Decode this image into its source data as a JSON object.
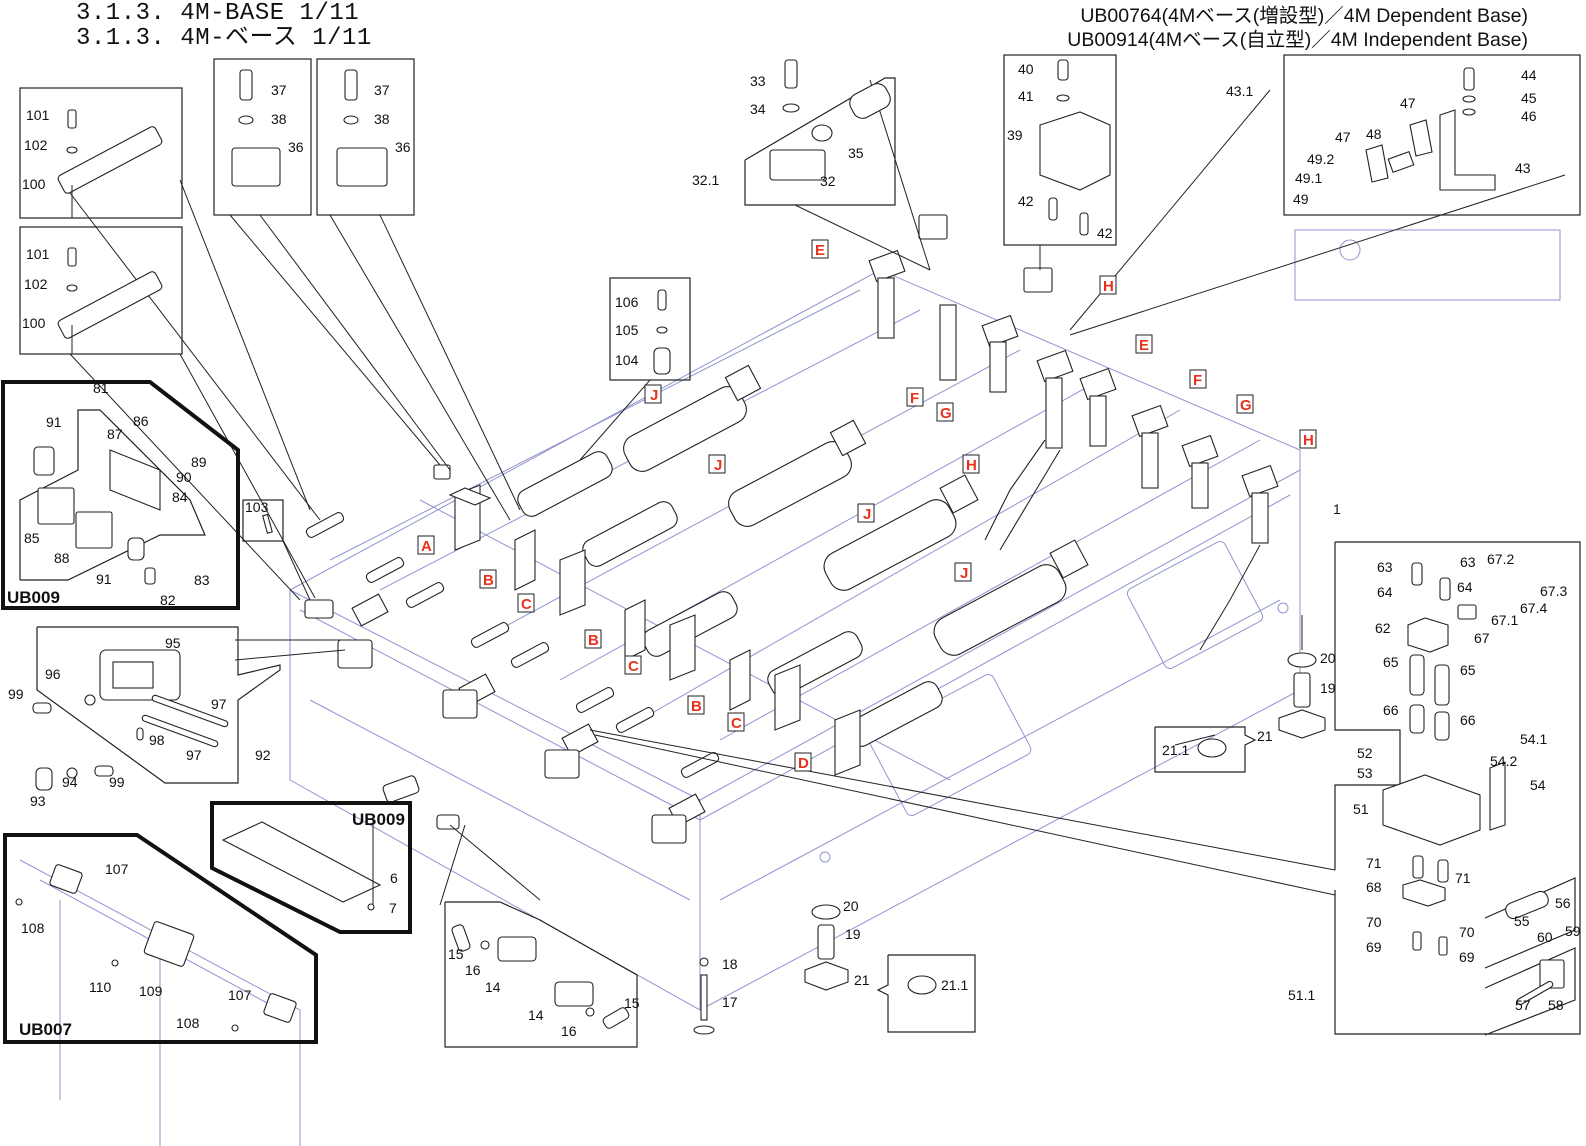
{
  "page": {
    "title_en": "3.1.3. 4M-BASE 1/11",
    "title_jp": "3.1.3. 4M-ベース 1/11",
    "model_dependent": "UB00764(4Mベース(増設型)／4M Dependent Base)",
    "model_independent": "UB00914(4Mベース(自立型)／4M Independent Base)"
  },
  "colors": {
    "line": "#222222",
    "base_outline": "#8f95cf",
    "tag_red": "#e8321e"
  },
  "option_groups": [
    {
      "code": "UB009",
      "position": "left-middle",
      "parts": [
        "81",
        "82",
        "83",
        "84",
        "85",
        "86",
        "87",
        "88",
        "89",
        "90",
        "91"
      ]
    },
    {
      "code": "UB009",
      "position": "center-bottom",
      "parts": [
        "6",
        "7"
      ]
    },
    {
      "code": "UB007",
      "position": "left-bottom",
      "parts": [
        "107",
        "108",
        "109",
        "110"
      ]
    }
  ],
  "section_tags": [
    "A",
    "B",
    "C",
    "D",
    "E",
    "F",
    "G",
    "H",
    "J"
  ],
  "part_labels": {
    "p1": "1",
    "p6": "6",
    "p7": "7",
    "p14": "14",
    "p15": "15",
    "p16": "16",
    "p17": "17",
    "p18": "18",
    "p19": "19",
    "p20": "20",
    "p21": "21",
    "p21_1": "21.1",
    "p32": "32",
    "p32_1": "32.1",
    "p33": "33",
    "p34": "34",
    "p35": "35",
    "p36": "36",
    "p37": "37",
    "p38": "38",
    "p39": "39",
    "p40": "40",
    "p41": "41",
    "p42": "42",
    "p43": "43",
    "p43_1": "43.1",
    "p44": "44",
    "p45": "45",
    "p46": "46",
    "p47": "47",
    "p48": "48",
    "p49": "49",
    "p49_1": "49.1",
    "p49_2": "49.2",
    "p51": "51",
    "p51_1": "51.1",
    "p52": "52",
    "p53": "53",
    "p54": "54",
    "p54_1": "54.1",
    "p54_2": "54.2",
    "p55": "55",
    "p56": "56",
    "p57": "57",
    "p58": "58",
    "p59": "59",
    "p60": "60",
    "p62": "62",
    "p63": "63",
    "p64": "64",
    "p65": "65",
    "p66": "66",
    "p67": "67",
    "p67_1": "67.1",
    "p67_2": "67.2",
    "p67_3": "67.3",
    "p67_4": "67.4",
    "p68": "68",
    "p69": "69",
    "p70": "70",
    "p71": "71",
    "p81": "81",
    "p82": "82",
    "p83": "83",
    "p84": "84",
    "p85": "85",
    "p86": "86",
    "p87": "87",
    "p88": "88",
    "p89": "89",
    "p90": "90",
    "p91": "91",
    "p92": "92",
    "p93": "93",
    "p94": "94",
    "p95": "95",
    "p96": "96",
    "p97": "97",
    "p98": "98",
    "p99": "99",
    "p100": "100",
    "p101": "101",
    "p102": "102",
    "p103": "103",
    "p104": "104",
    "p105": "105",
    "p106": "106",
    "p107": "107",
    "p108": "108",
    "p109": "109",
    "p110": "110"
  }
}
